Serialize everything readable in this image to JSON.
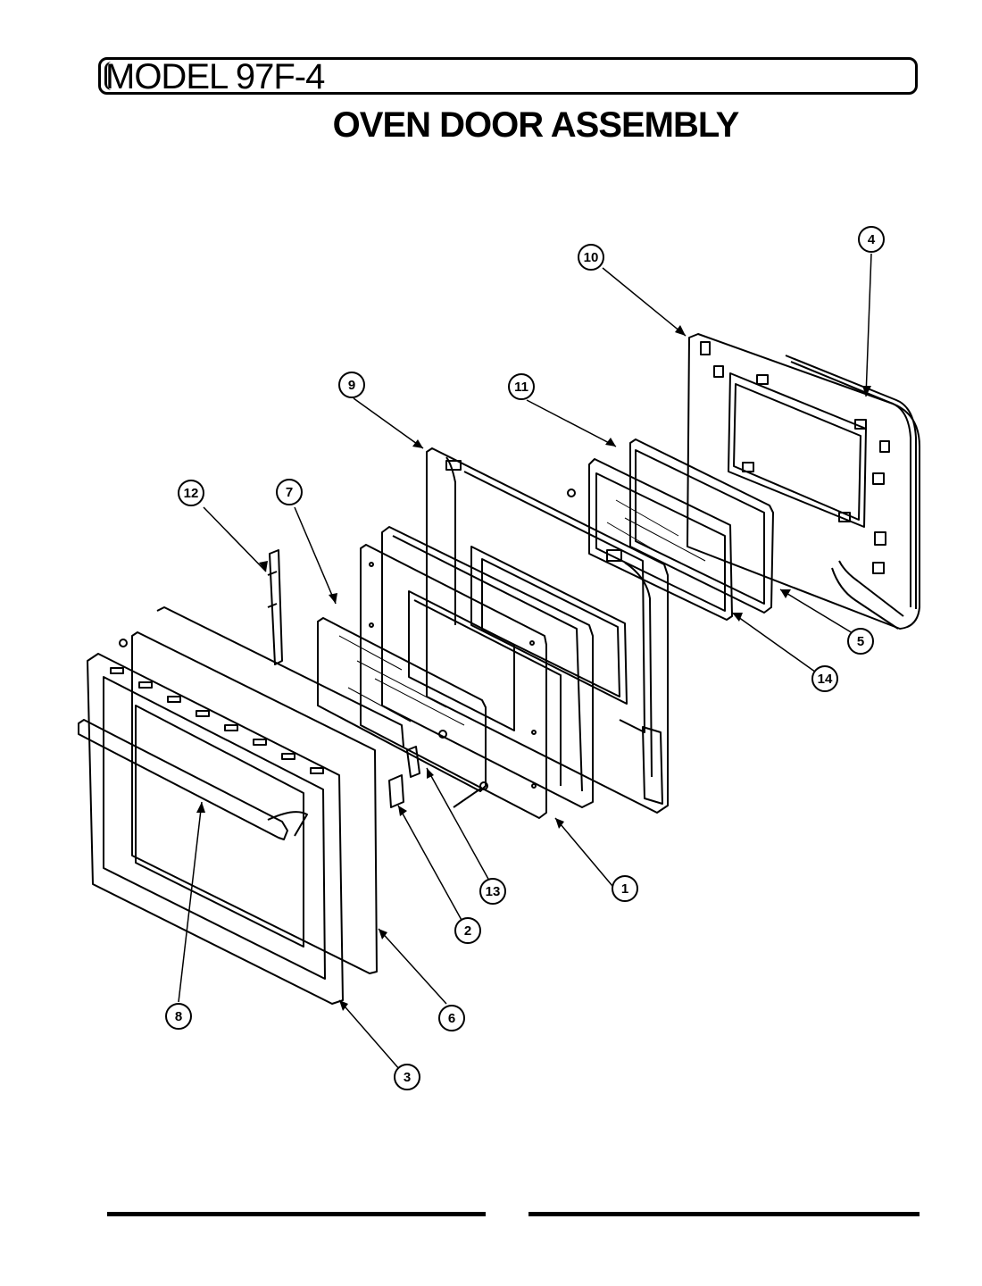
{
  "header": {
    "model": "MODEL 97F-4",
    "title": "OVEN DOOR ASSEMBLY"
  },
  "callouts": [
    "1",
    "2",
    "3",
    "4",
    "5",
    "6",
    "7",
    "8",
    "9",
    "10",
    "11",
    "12",
    "13",
    "14"
  ],
  "colors": {
    "ink": "#000000",
    "paper": "#ffffff"
  }
}
